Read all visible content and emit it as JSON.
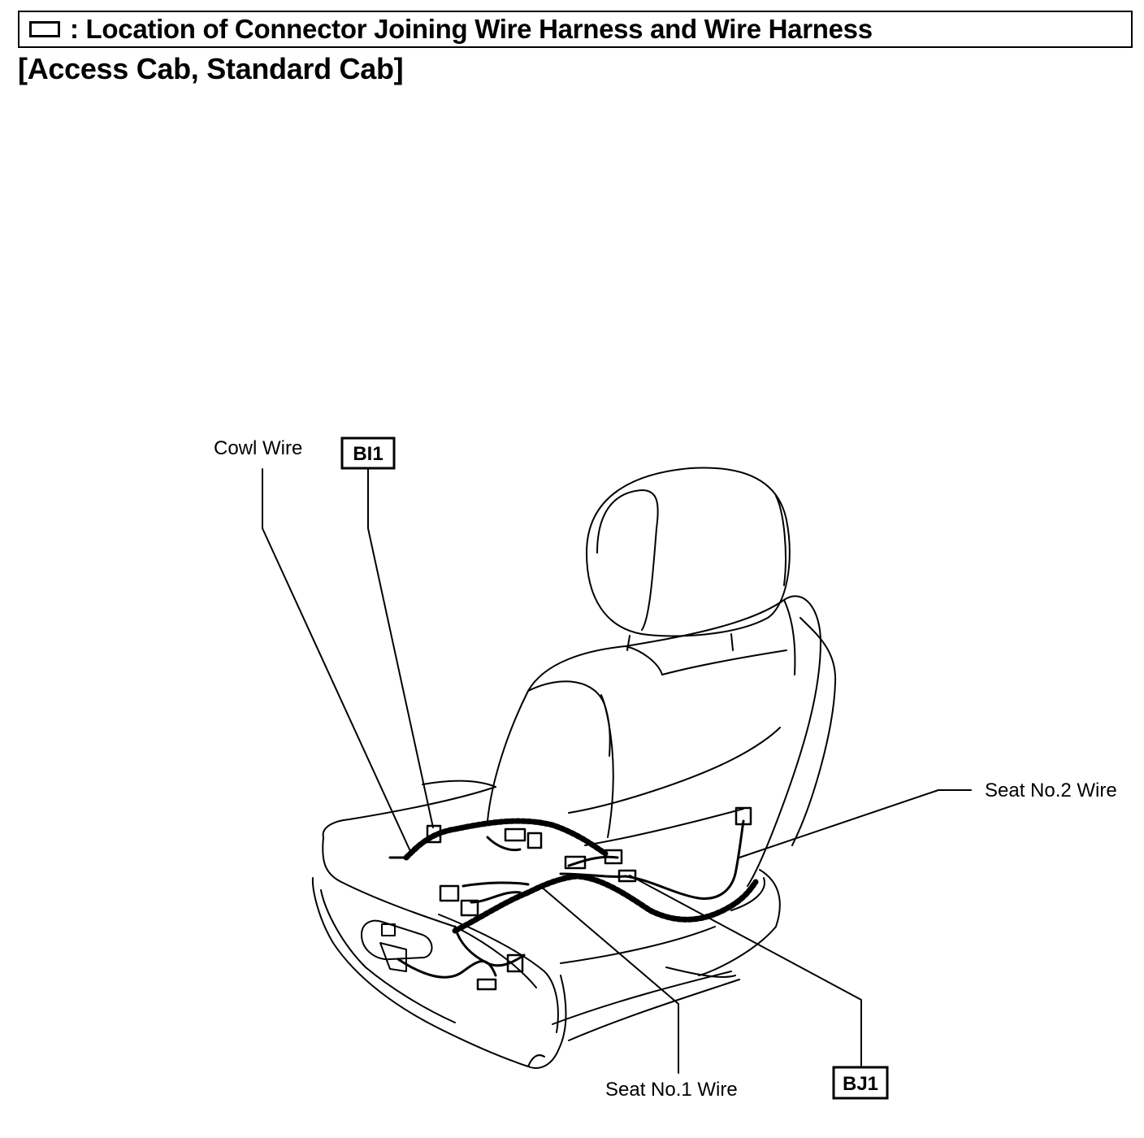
{
  "header": {
    "legend_icon": "connector-box-icon",
    "title": ": Location of Connector Joining Wire Harness and Wire Harness",
    "subtitle": "[Access Cab, Standard Cab]"
  },
  "labels": {
    "cowl_wire": "Cowl Wire",
    "seat_no2_wire": "Seat No.2 Wire",
    "seat_no1_wire": "Seat No.1 Wire"
  },
  "connectors": {
    "bi1": "BI1",
    "bj1": "BJ1"
  }
}
